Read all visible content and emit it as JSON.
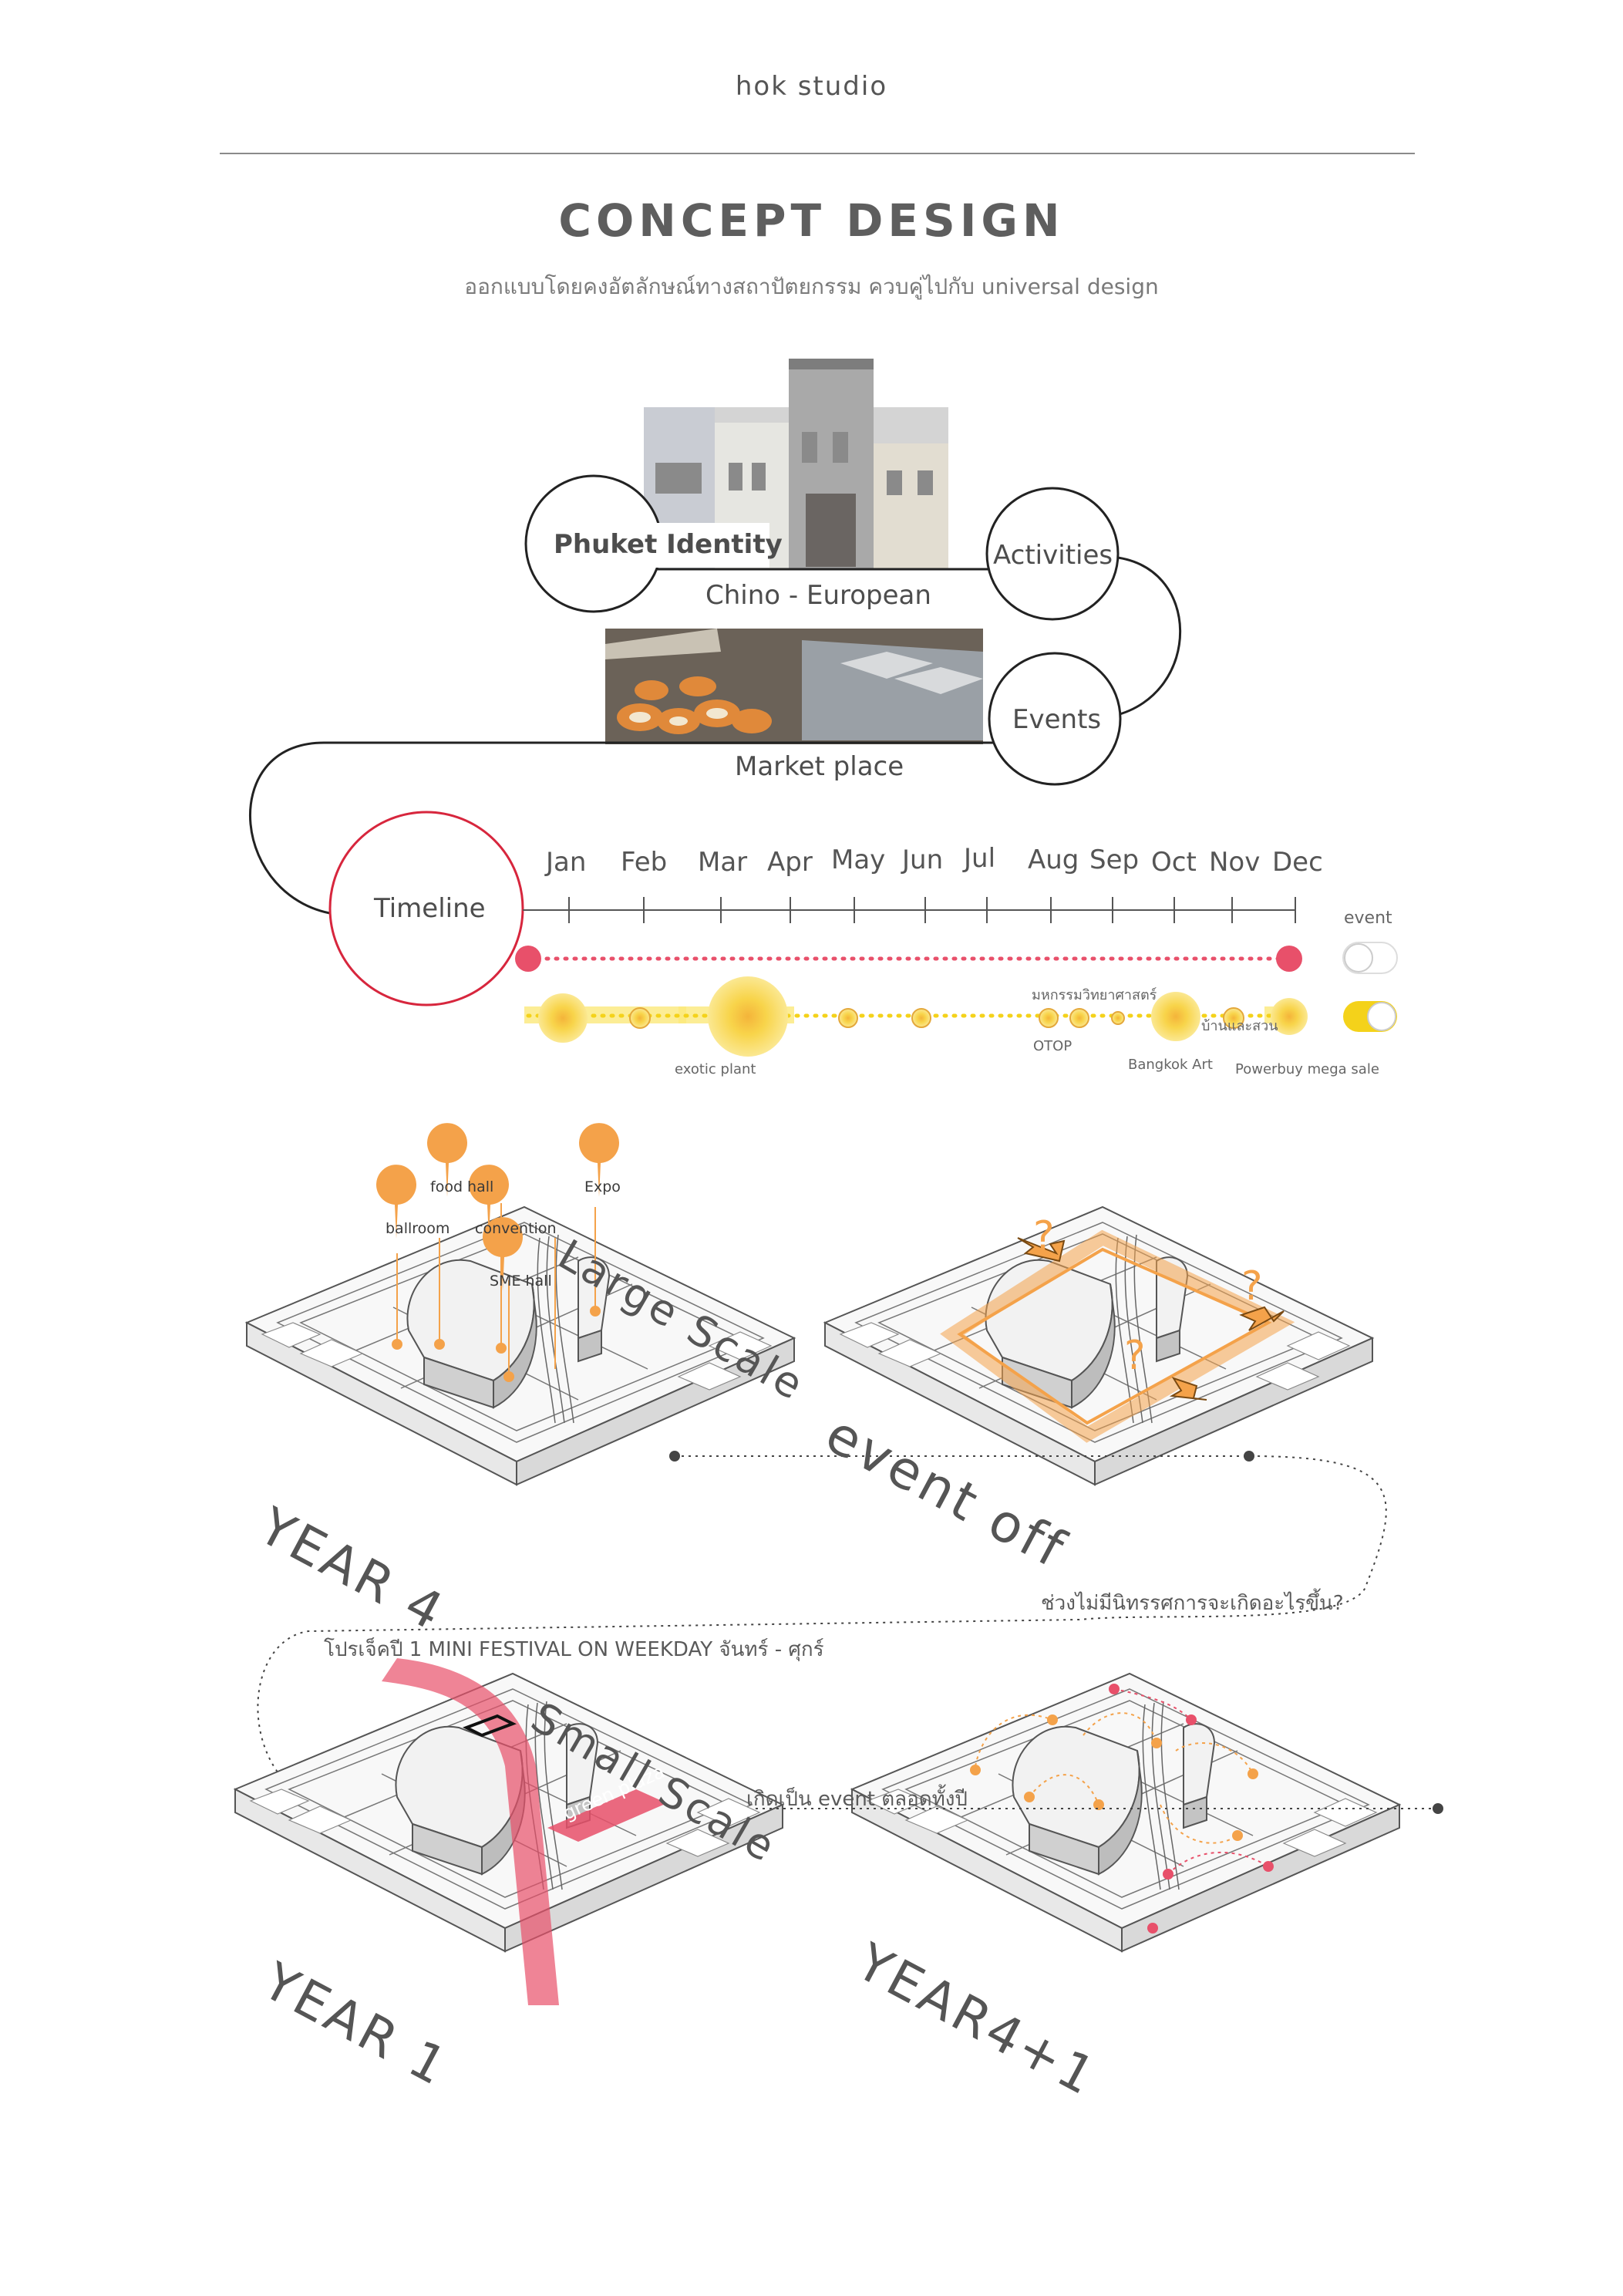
{
  "header": {
    "studio": "hok studio",
    "title": "CONCEPT DESIGN",
    "subtitle": "ออกแบบโดยคงอัตลักษณ์ทางสถาปัตยกรรม ควบคู่ไปกับ universal design"
  },
  "concept": {
    "identity": "Phuket Identity",
    "activities": "Activities",
    "chino": "Chino - European",
    "events": "Events",
    "market": "Market place",
    "timeline": "Timeline"
  },
  "timeline": {
    "months": [
      "Jan",
      "Feb",
      "Mar",
      "Apr",
      "May",
      "Jun",
      "Jul",
      "Aug",
      "Sep",
      "Oct",
      "Nov",
      "Dec"
    ],
    "toggle_label": "event",
    "event_labels": {
      "exotic": "exotic plant",
      "science": "มหกรรมวิทยาศาสตร์",
      "otop": "OTOP",
      "home": "บ้านและสวน",
      "bangkok": "Bangkok Art",
      "powerbuy": "Powerbuy mega sale"
    },
    "colors": {
      "event_off": "#e8506a",
      "event_on": "#f4d21a"
    }
  },
  "diagrams": {
    "year4": "YEAR 4",
    "large_scale": "Large Scale",
    "event_off": "event off",
    "question": "ช่วงไม่มีนิทรรศการจะเกิดอะไรขึ้น?",
    "project_note": "โปรเจ็คปี 1 MINI FESTIVAL ON WEEKDAY จันทร์ - ศุกร์",
    "small_scale": "Small Scale",
    "all_year": "เกิดเป็น event ตลอดทั้งปี",
    "year1": "YEAR 1",
    "year41": "YEAR4+1",
    "green_plaza": "green plaza",
    "qmark": "?",
    "pins": {
      "food_hall": "food hall",
      "expo": "Expo",
      "ballroom": "ballroom",
      "convention": "convention",
      "sme_hall": "SME hall"
    },
    "colors": {
      "orange": "#f4a24a",
      "pink": "#e8506a"
    }
  }
}
